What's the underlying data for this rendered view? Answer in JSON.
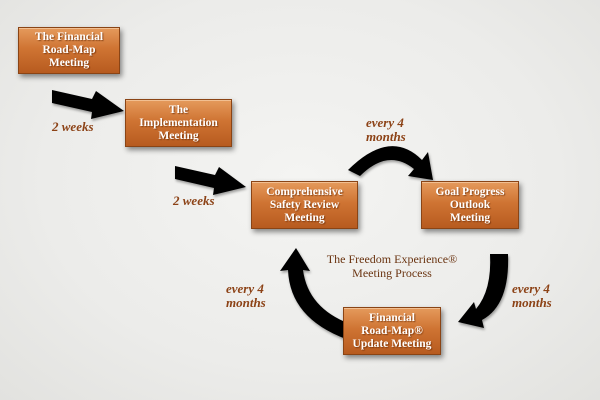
{
  "colors": {
    "box_fill": "#cf7433",
    "box_border": "#8a4415",
    "label": "#8c4216",
    "arrow": "#000000"
  },
  "boxes": {
    "financial_roadmap_meeting": "The Financial\nRoad-Map\nMeeting",
    "implementation_meeting": "The\nImplementation\nMeeting",
    "safety_review_meeting": "Comprehensive\nSafety Review\nMeeting",
    "goal_progress_meeting": "Goal Progress\nOutlook\nMeeting",
    "roadmap_update_meeting": "Financial\nRoad-Map®\nUpdate Meeting"
  },
  "labels": {
    "interval_1": "2 weeks",
    "interval_2": "2 weeks",
    "cycle_top": "every 4\nmonths",
    "cycle_right": "every 4\nmonths",
    "cycle_left": "every 4\nmonths"
  },
  "center_title": "The Freedom Experience®\nMeeting Process"
}
